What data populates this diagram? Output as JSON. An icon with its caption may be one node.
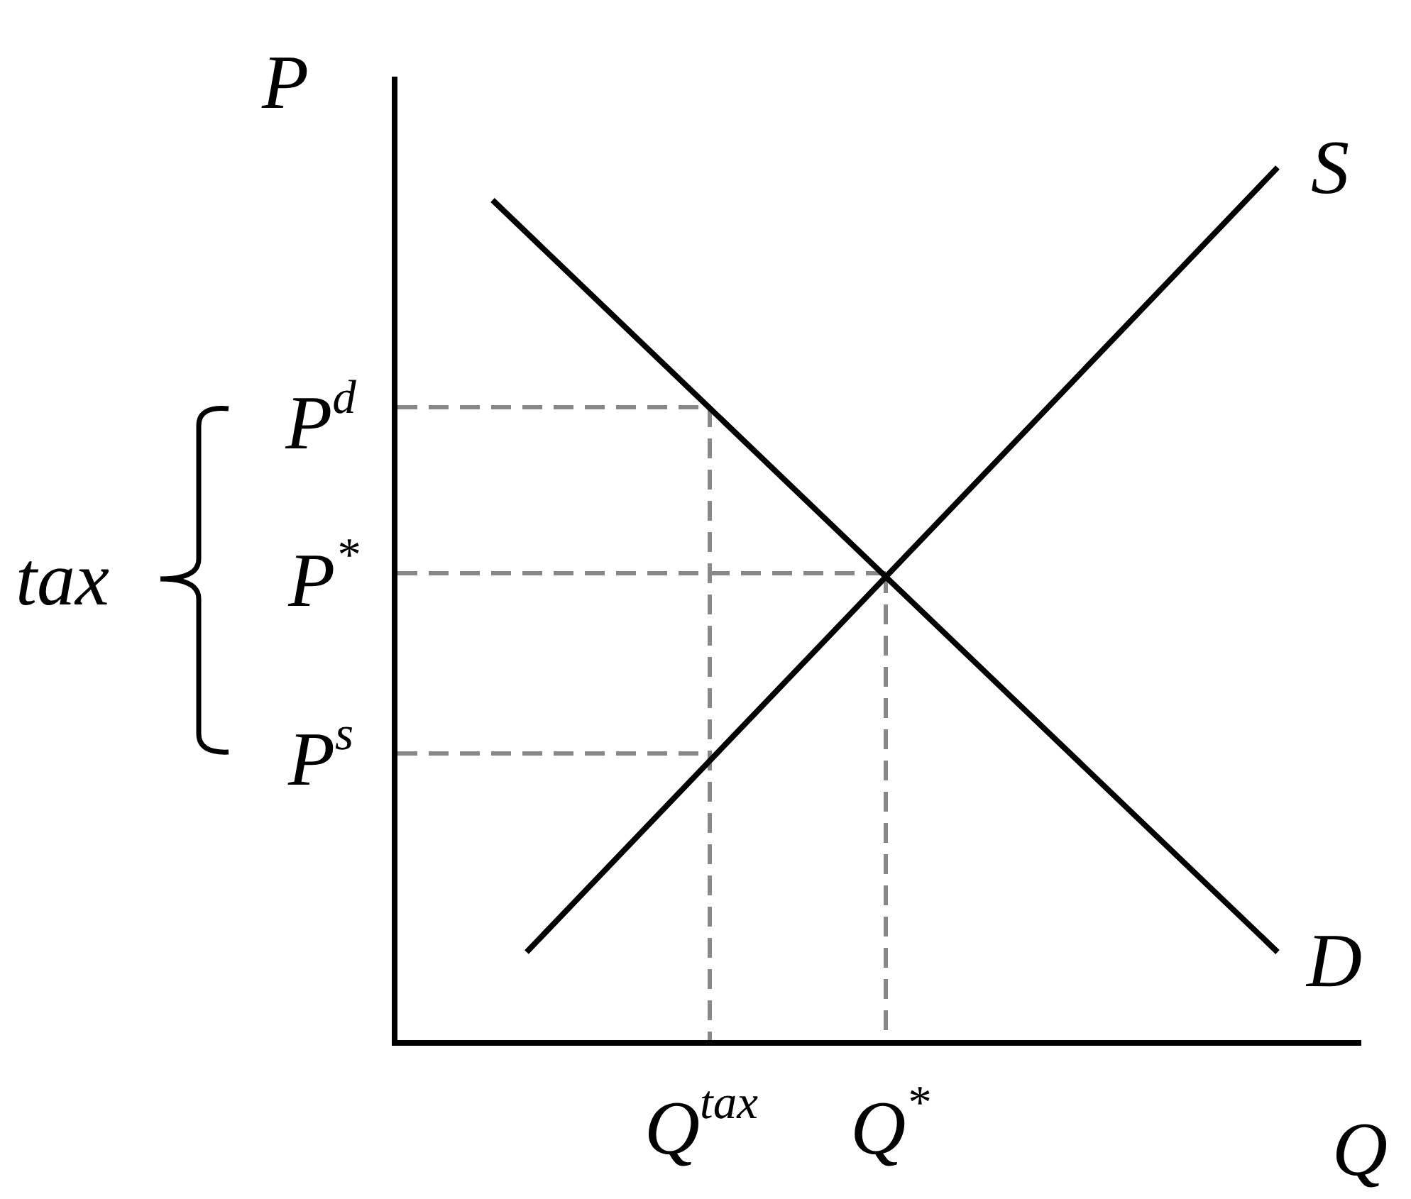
{
  "diagram": {
    "labels": [
      "P",
      "S",
      "P$^{d}$",
      "tax",
      "P$^{*}$",
      "P$^{s}$",
      "D",
      "Q$^{tax}$",
      "Q$^{*}$",
      "Q"
    ]
  }
}
